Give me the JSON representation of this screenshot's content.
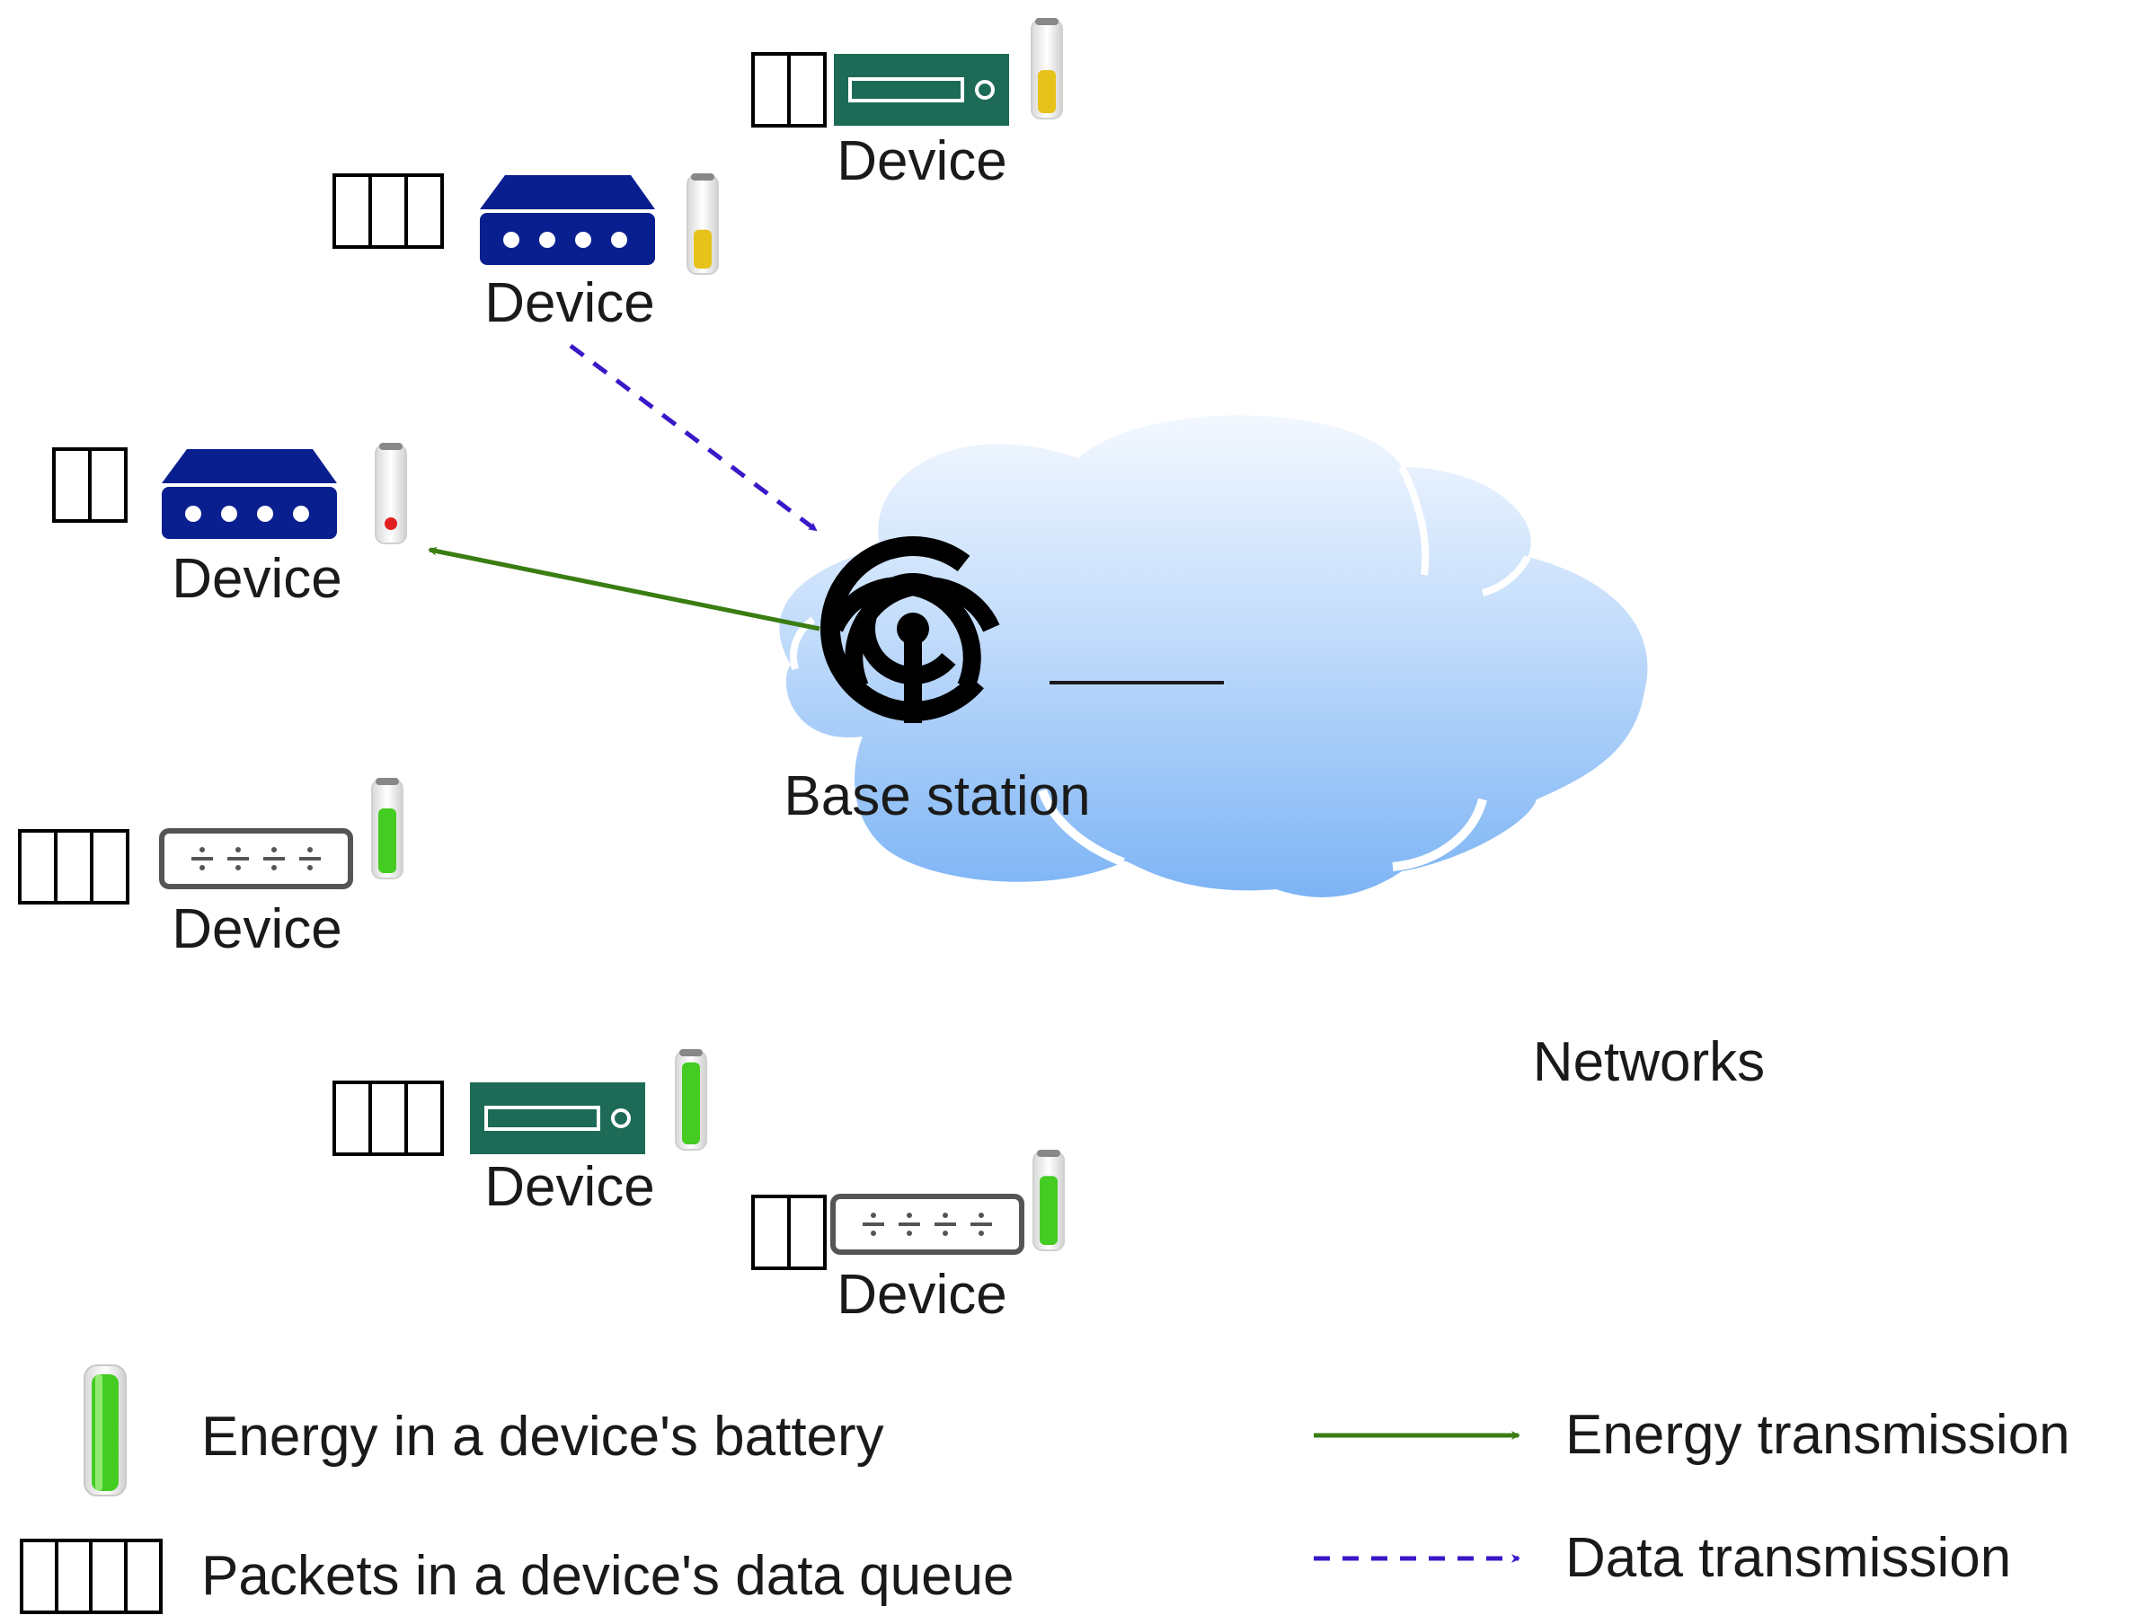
{
  "devices": [
    {
      "label": "Device",
      "style": "green",
      "queue": 2,
      "battery": 0.5
    },
    {
      "label": "Device",
      "style": "blue",
      "queue": 3,
      "battery": 0.45
    },
    {
      "label": "Device",
      "style": "blue",
      "queue": 2,
      "battery": 0.08
    },
    {
      "label": "Device",
      "style": "gray",
      "queue": 3,
      "battery": 0.75
    },
    {
      "label": "Device",
      "style": "green",
      "queue": 3,
      "battery": 0.95
    },
    {
      "label": "Device",
      "style": "gray",
      "queue": 2,
      "battery": 0.8
    }
  ],
  "base_station": {
    "label": "Base station"
  },
  "network": {
    "label": "Networks"
  },
  "legend": {
    "battery": "Energy in a device's battery",
    "queue": "Packets in a device's data queue",
    "energy": "Energy transmission",
    "data": "Data transmission"
  },
  "colors": {
    "device_green": "#1d6b57",
    "device_blue": "#0a1f8f",
    "device_gray": "#555555",
    "energy_arrow": "#3a7d12",
    "data_arrow": "#3a18c8",
    "battery_green": "#44cc22",
    "battery_yellow": "#e6c21a",
    "battery_red": "#e02020"
  }
}
